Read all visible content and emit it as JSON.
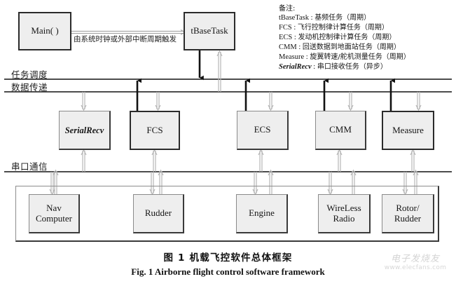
{
  "figure": {
    "caption_cn": "图 1   机载飞控软件总体框架",
    "caption_en": "Fig. 1   Airborne flight control software framework"
  },
  "colors": {
    "box_fill": "#eeeeee",
    "box_border": "#8a8a8a",
    "box_border_dark": "#3a3a3a",
    "line": "#111111",
    "arrow_black": "#111111",
    "arrow_gray": "#b0b0b0",
    "page_bg": "#ffffff"
  },
  "top_row": {
    "main": {
      "label": "Main(  )"
    },
    "base_task": {
      "label": "tBaseTask"
    },
    "trigger_note": "由系统时钟或外部中断周期触发"
  },
  "bands": [
    {
      "label": "任务调度"
    },
    {
      "label": "数据传递"
    },
    {
      "label": "串口通信"
    }
  ],
  "tasks": [
    {
      "label": "SerialRecv",
      "italic": true,
      "heavy": false
    },
    {
      "label": "FCS",
      "italic": false,
      "heavy": true
    },
    {
      "label": "ECS",
      "italic": false,
      "heavy": false
    },
    {
      "label": "CMM",
      "italic": false,
      "heavy": false
    },
    {
      "label": "Measure",
      "italic": false,
      "heavy": true
    }
  ],
  "devices": [
    {
      "label": "Nav\nComputer"
    },
    {
      "label": "Rudder"
    },
    {
      "label": "Engine"
    },
    {
      "label": "WireLess\nRadio"
    },
    {
      "label": "Rotor/\nRudder"
    }
  ],
  "legend": {
    "title": "备注:",
    "entries": [
      {
        "term": "tBaseTask",
        "italic": false,
        "sep": " : ",
        "desc": "基频任务（周期）"
      },
      {
        "term": "FCS",
        "italic": false,
        "sep": " : ",
        "desc": "飞行控制律计算任务（周期）"
      },
      {
        "term": "ECS",
        "italic": false,
        "sep": " : ",
        "desc": "发动机控制律计算任务（周期）"
      },
      {
        "term": "CMM",
        "italic": false,
        "sep": " : ",
        "desc": "回送数据到地面站任务（周期）"
      },
      {
        "term": "Measure",
        "italic": false,
        "sep": " : ",
        "desc": "旋翼转速/舵机测量任务（周期）"
      },
      {
        "term": "SerialRecv",
        "italic": true,
        "sep": " : ",
        "desc": "串口接收任务（异步）"
      }
    ]
  },
  "watermark": {
    "cn": "电子发烧友",
    "url": "www.elecfans.com"
  }
}
